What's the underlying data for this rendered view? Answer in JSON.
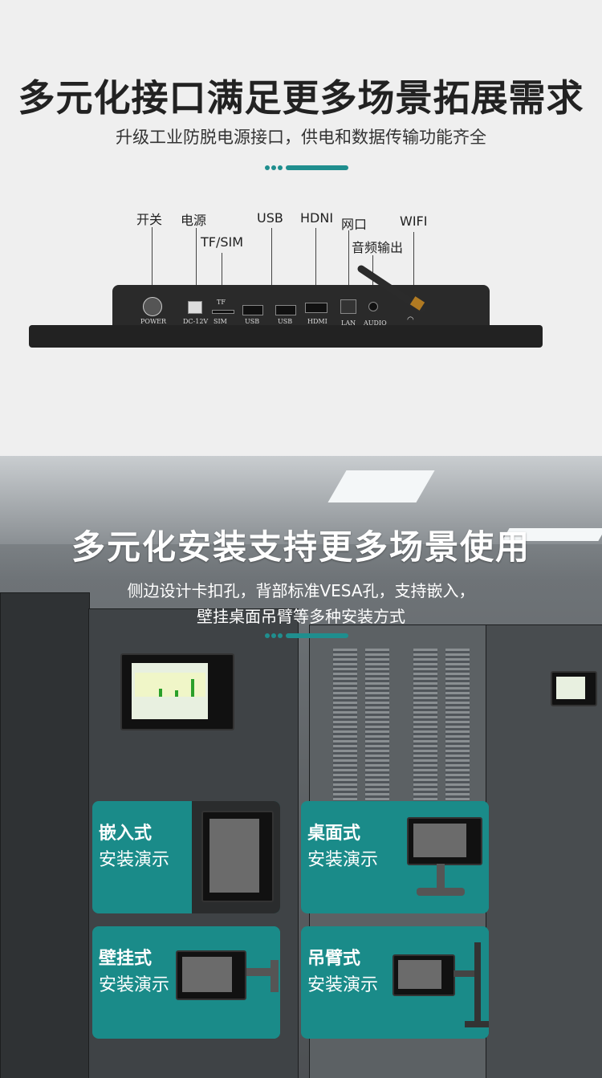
{
  "section1": {
    "title": "多元化接口满足更多场景拓展需求",
    "subtitle": "升级工业防脱电源接口，供电和数据传输功能齐全",
    "callouts": {
      "switch": "开关",
      "power": "电源",
      "tf_sim": "TF/SIM",
      "usb": "USB",
      "hdmi": "HDNI",
      "lan": "网口",
      "audio": "音频输出",
      "wifi": "WIFI"
    },
    "port_labels": {
      "power": "POWER",
      "dc": "DC-12V",
      "tf": "TF",
      "sim": "SIM",
      "usb1": "USB",
      "usb2": "USB",
      "hdmi": "HDMI",
      "lan": "LAN",
      "audio": "AUDIO"
    }
  },
  "section2": {
    "title": "多元化安装支持更多场景使用",
    "subtitle_line1": "侧边设计卡扣孔，背部标准VESA孔，支持嵌入，",
    "subtitle_line2": "壁挂桌面吊臂等多种安装方式",
    "cards": [
      {
        "title": "嵌入式",
        "desc": "安装演示"
      },
      {
        "title": "桌面式",
        "desc": "安装演示"
      },
      {
        "title": "壁挂式",
        "desc": "安装演示"
      },
      {
        "title": "吊臂式",
        "desc": "安装演示"
      }
    ]
  },
  "colors": {
    "accent": "#1f8e8e",
    "card": "#1a8b89"
  }
}
